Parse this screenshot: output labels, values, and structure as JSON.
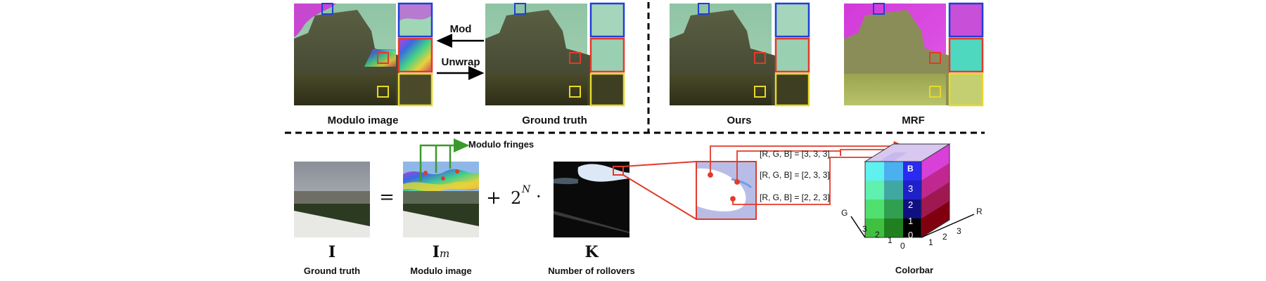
{
  "top": {
    "arrow_mod": "Mod",
    "arrow_unwrap": "Unwrap",
    "captions": {
      "modulo_image": "Modulo image",
      "ground_truth": "Ground truth",
      "ours": "Ours",
      "mrf": "MRF"
    }
  },
  "bottom": {
    "modulo_fringes": "Modulo fringes",
    "eq_symbol": "=",
    "plus_symbol": "+",
    "two": "2",
    "exp_n": "N",
    "dot": "·",
    "symbols": {
      "I": "I",
      "Im_base": "I",
      "Im_sub": "m",
      "K": "K"
    },
    "captions": {
      "ground_truth": "Ground truth",
      "modulo_image": "Modulo image",
      "rollovers": "Number of rollovers",
      "colorbar": "Colorbar"
    },
    "rgb_labels": [
      "[R, G, B] = [3, 3, 3]",
      "[R, G, B] = [2, 3, 3]",
      "[R, G, B] = [2, 2, 3]"
    ]
  },
  "cube": {
    "b_axis": "B",
    "g_axis": "G",
    "r_axis": "R",
    "b_ticks": [
      "3",
      "2",
      "1",
      "0"
    ],
    "g_ticks": [
      "3",
      "2",
      "1",
      "0"
    ],
    "r_ticks": [
      "1",
      "2",
      "3"
    ]
  },
  "colors": {
    "blue_box": "#1f3fd8",
    "red_box": "#e23a2a",
    "yellow_box": "#e8d82a",
    "green_arrow": "#3a9a2a"
  }
}
